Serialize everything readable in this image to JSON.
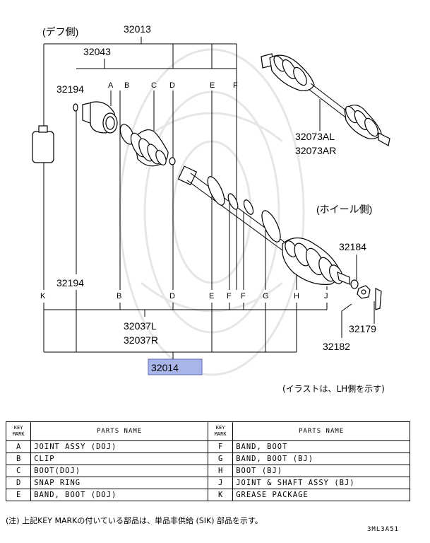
{
  "diagram": {
    "label_diff_side": "(デフ側)",
    "label_wheel_side": "(ホイール側)",
    "label_illustration_note": "(イラストは、LH側を示す)",
    "part_32013": "32013",
    "part_32043": "32043",
    "part_32194_top": "32194",
    "part_32194_bottom": "32194",
    "part_32073AL": "32073AL",
    "part_32073AR": "32073AR",
    "part_32184": "32184",
    "part_32179": "32179",
    "part_32182": "32182",
    "part_32037L": "32037L",
    "part_32037R": "32037R",
    "part_32014": "32014",
    "highlight_color": "#a9b4e8",
    "top_letters": [
      "A",
      "B",
      "C",
      "D",
      "E",
      "F"
    ],
    "bottom_letters": [
      "K",
      "B",
      "D",
      "E",
      "F",
      "F",
      "G",
      "H",
      "J"
    ]
  },
  "legend": {
    "header_key": "KEY MARK",
    "header_parts": "PARTS NAME",
    "rows": [
      {
        "k1": "A",
        "n1": "JOINT ASSY (DOJ)",
        "k2": "F",
        "n2": "BAND, BOOT"
      },
      {
        "k1": "B",
        "n1": "CLIP",
        "k2": "G",
        "n2": "BAND, BOOT (BJ)"
      },
      {
        "k1": "C",
        "n1": "BOOT(DOJ)",
        "k2": "H",
        "n2": "BOOT (BJ)"
      },
      {
        "k1": "D",
        "n1": "SNAP RING",
        "k2": "J",
        "n2": "JOINT & SHAFT ASSY (BJ)"
      },
      {
        "k1": "E",
        "n1": "BAND, BOOT (DOJ)",
        "k2": "K",
        "n2": "GREASE PACKAGE"
      }
    ]
  },
  "footnote": "(注) 上記KEY MARKの付いている部品は、単品非供給 (SIK) 部品を示す。",
  "code": "3ML3A51"
}
